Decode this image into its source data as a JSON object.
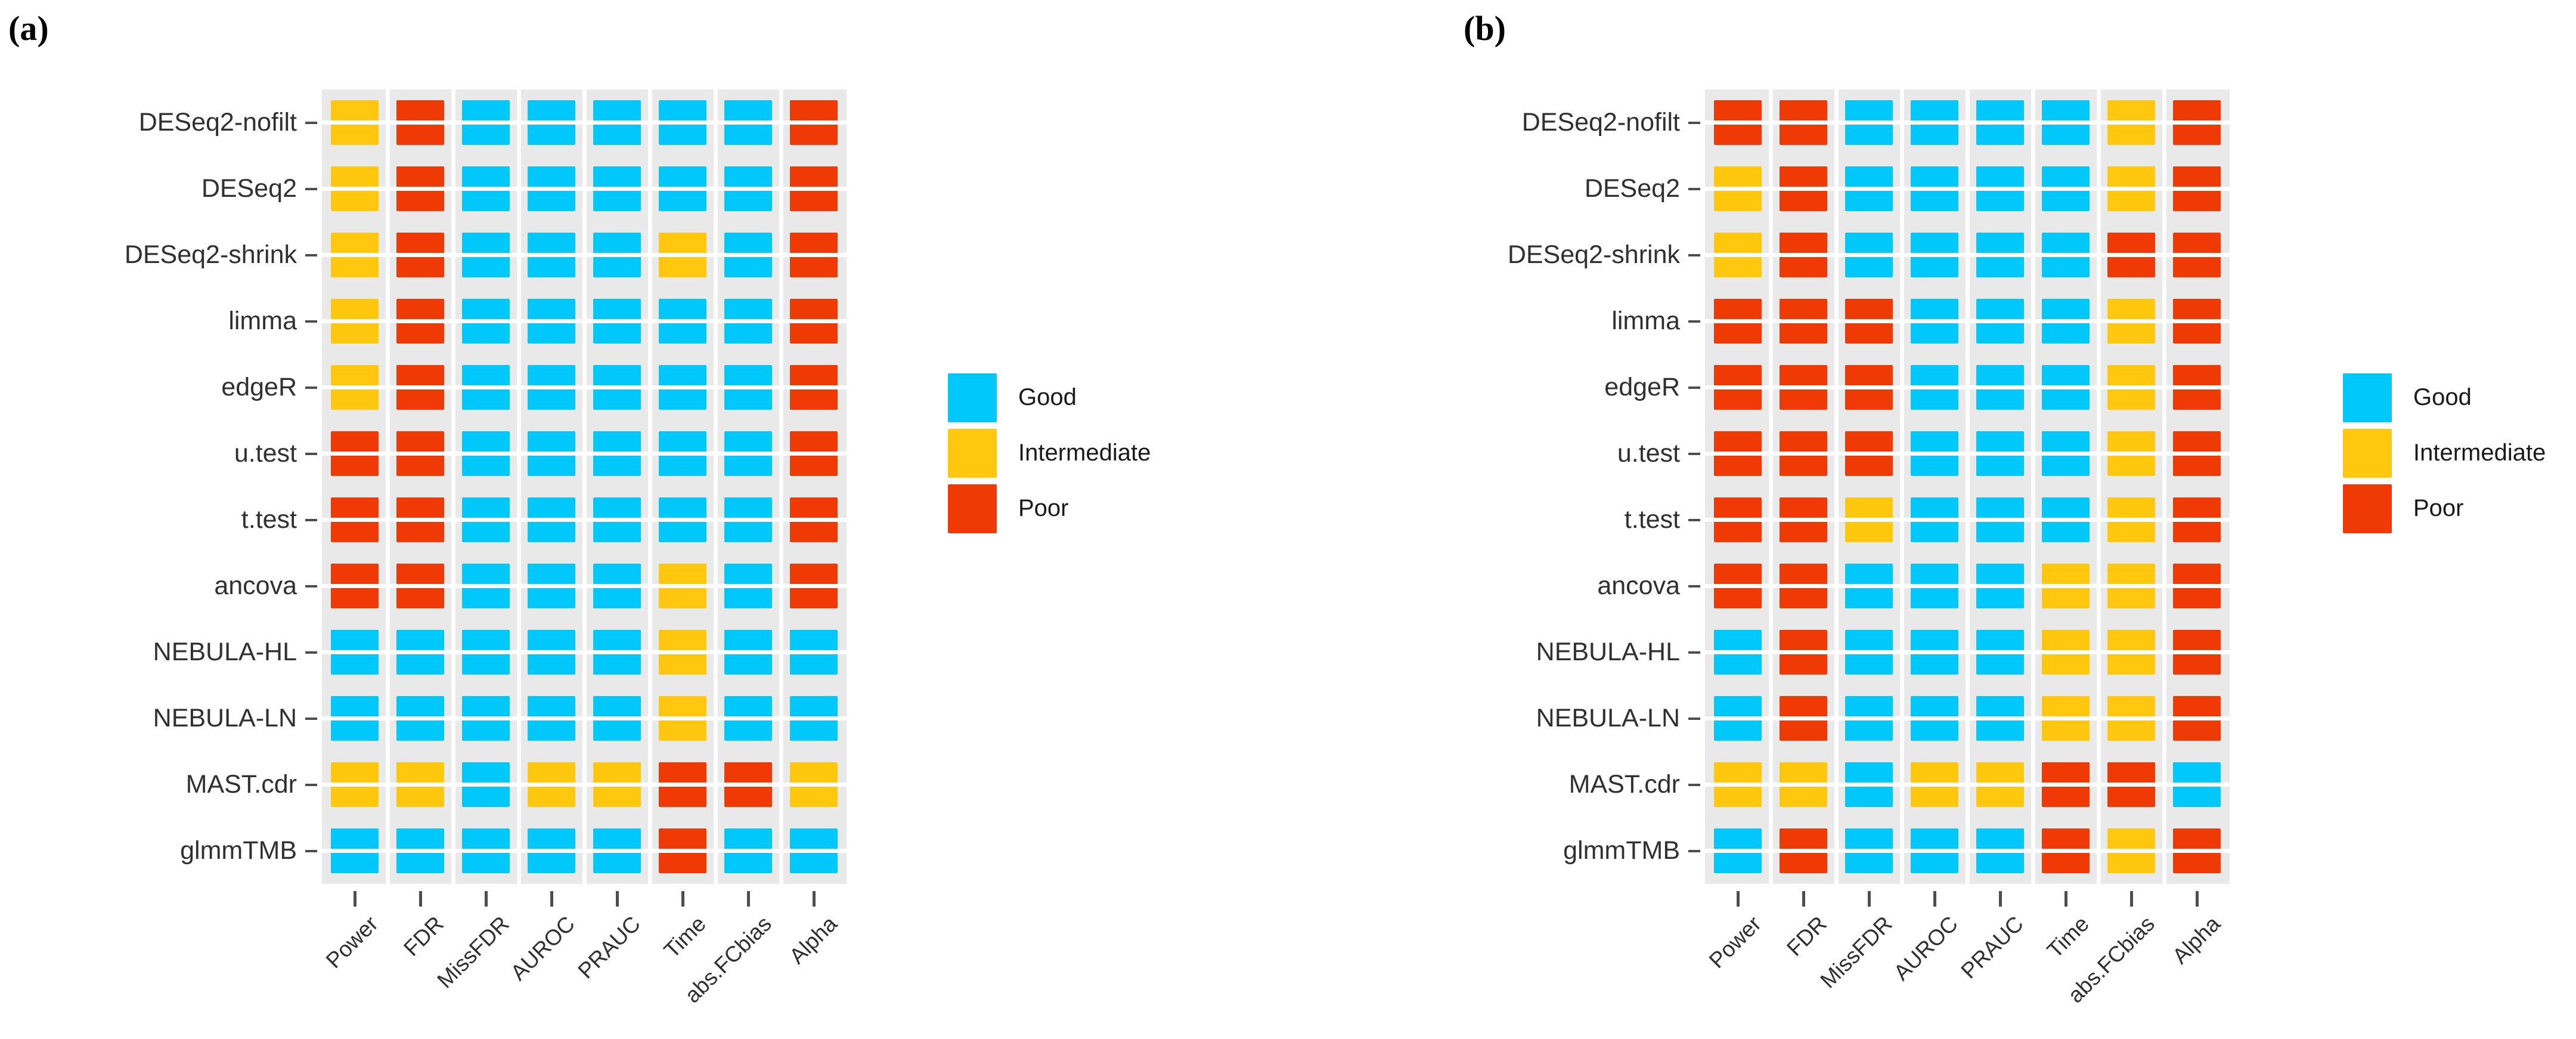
{
  "figure": {
    "panels": [
      {
        "tag": "(a)"
      },
      {
        "tag": "(b)"
      }
    ]
  },
  "legend": {
    "entries": [
      {
        "label": "Good",
        "color": "#00c8fa",
        "key": "good"
      },
      {
        "label": "Intermediate",
        "color": "#ffc80e",
        "key": "inter"
      },
      {
        "label": "Poor",
        "color": "#f03a06",
        "key": "poor"
      }
    ]
  },
  "chart_data": [
    {
      "type": "heatmap",
      "panel": "(a)",
      "title": "",
      "xlabel": "",
      "ylabel": "",
      "grid": true,
      "legend_position": "right",
      "categories_x": [
        "Power",
        "FDR",
        "MissFDR",
        "AUROC",
        "PRAUC",
        "Time",
        "abs.FCbias",
        "Alpha"
      ],
      "categories_y": [
        "DESeq2-nofilt",
        "DESeq2",
        "DESeq2-shrink",
        "limma",
        "edgeR",
        "u.test",
        "t.test",
        "ancova",
        "NEBULA-HL",
        "NEBULA-LN",
        "MAST.cdr",
        "glmmTMB"
      ],
      "value_levels": [
        "Good",
        "Intermediate",
        "Poor"
      ],
      "values": [
        [
          "Intermediate",
          "Poor",
          "Good",
          "Good",
          "Good",
          "Good",
          "Good",
          "Poor"
        ],
        [
          "Intermediate",
          "Poor",
          "Good",
          "Good",
          "Good",
          "Good",
          "Good",
          "Poor"
        ],
        [
          "Intermediate",
          "Poor",
          "Good",
          "Good",
          "Good",
          "Intermediate",
          "Good",
          "Poor"
        ],
        [
          "Intermediate",
          "Poor",
          "Good",
          "Good",
          "Good",
          "Good",
          "Good",
          "Poor"
        ],
        [
          "Intermediate",
          "Poor",
          "Good",
          "Good",
          "Good",
          "Good",
          "Good",
          "Poor"
        ],
        [
          "Poor",
          "Poor",
          "Good",
          "Good",
          "Good",
          "Good",
          "Good",
          "Poor"
        ],
        [
          "Poor",
          "Poor",
          "Good",
          "Good",
          "Good",
          "Good",
          "Good",
          "Poor"
        ],
        [
          "Poor",
          "Poor",
          "Good",
          "Good",
          "Good",
          "Intermediate",
          "Good",
          "Poor"
        ],
        [
          "Good",
          "Good",
          "Good",
          "Good",
          "Good",
          "Intermediate",
          "Good",
          "Good"
        ],
        [
          "Good",
          "Good",
          "Good",
          "Good",
          "Good",
          "Intermediate",
          "Good",
          "Good"
        ],
        [
          "Intermediate",
          "Intermediate",
          "Good",
          "Intermediate",
          "Intermediate",
          "Poor",
          "Poor",
          "Intermediate"
        ],
        [
          "Good",
          "Good",
          "Good",
          "Good",
          "Good",
          "Poor",
          "Good",
          "Good"
        ]
      ]
    },
    {
      "type": "heatmap",
      "panel": "(b)",
      "title": "",
      "xlabel": "",
      "ylabel": "",
      "grid": true,
      "legend_position": "right",
      "categories_x": [
        "Power",
        "FDR",
        "MissFDR",
        "AUROC",
        "PRAUC",
        "Time",
        "abs.FCbias",
        "Alpha"
      ],
      "categories_y": [
        "DESeq2-nofilt",
        "DESeq2",
        "DESeq2-shrink",
        "limma",
        "edgeR",
        "u.test",
        "t.test",
        "ancova",
        "NEBULA-HL",
        "NEBULA-LN",
        "MAST.cdr",
        "glmmTMB"
      ],
      "value_levels": [
        "Good",
        "Intermediate",
        "Poor"
      ],
      "values": [
        [
          "Poor",
          "Poor",
          "Good",
          "Good",
          "Good",
          "Good",
          "Intermediate",
          "Poor"
        ],
        [
          "Intermediate",
          "Poor",
          "Good",
          "Good",
          "Good",
          "Good",
          "Intermediate",
          "Poor"
        ],
        [
          "Intermediate",
          "Poor",
          "Good",
          "Good",
          "Good",
          "Good",
          "Poor",
          "Poor"
        ],
        [
          "Poor",
          "Poor",
          "Poor",
          "Good",
          "Good",
          "Good",
          "Intermediate",
          "Poor"
        ],
        [
          "Poor",
          "Poor",
          "Poor",
          "Good",
          "Good",
          "Good",
          "Intermediate",
          "Poor"
        ],
        [
          "Poor",
          "Poor",
          "Poor",
          "Good",
          "Good",
          "Good",
          "Intermediate",
          "Poor"
        ],
        [
          "Poor",
          "Poor",
          "Intermediate",
          "Good",
          "Good",
          "Good",
          "Intermediate",
          "Poor"
        ],
        [
          "Poor",
          "Poor",
          "Good",
          "Good",
          "Good",
          "Intermediate",
          "Intermediate",
          "Poor"
        ],
        [
          "Good",
          "Poor",
          "Good",
          "Good",
          "Good",
          "Intermediate",
          "Intermediate",
          "Poor"
        ],
        [
          "Good",
          "Poor",
          "Good",
          "Good",
          "Good",
          "Intermediate",
          "Intermediate",
          "Poor"
        ],
        [
          "Intermediate",
          "Intermediate",
          "Good",
          "Intermediate",
          "Intermediate",
          "Poor",
          "Poor",
          "Good"
        ],
        [
          "Good",
          "Poor",
          "Good",
          "Good",
          "Good",
          "Poor",
          "Intermediate",
          "Poor"
        ]
      ]
    }
  ]
}
